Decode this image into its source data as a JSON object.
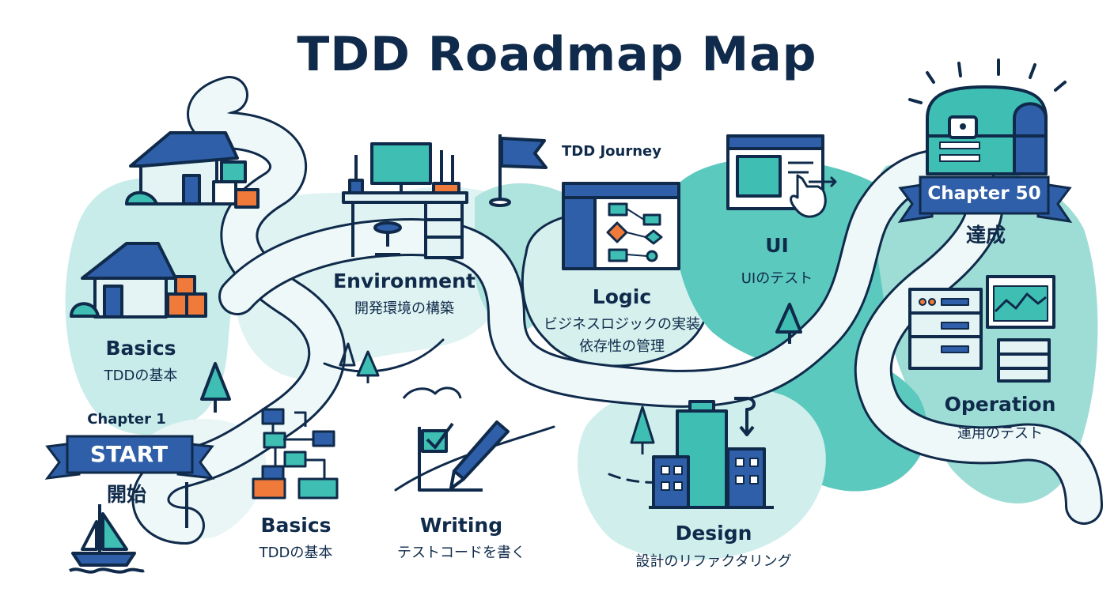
{
  "title": "TDD Roadmap Map",
  "journey_flag": "TDD Journey",
  "start": {
    "chapter": "Chapter 1",
    "banner": "START",
    "caption": "開始"
  },
  "goal": {
    "banner": "Chapter 50",
    "caption": "達成"
  },
  "stations": [
    {
      "en": "Basics",
      "jp": "TDDの基本"
    },
    {
      "en": "Basics",
      "jp": "TDDの基本"
    },
    {
      "en": "Environment",
      "jp": "開発環境の構築"
    },
    {
      "en": "Writing",
      "jp": "テストコードを書く"
    },
    {
      "en": "Logic",
      "jp": "ビジネスロジックの実装",
      "jp2": "依存性の管理"
    },
    {
      "en": "Design",
      "jp": "設計のリファクタリング"
    },
    {
      "en": "UI",
      "jp": "UIのテスト"
    },
    {
      "en": "Operation",
      "jp": "運用のテスト"
    }
  ],
  "colors": {
    "navy": "#0f2a4a",
    "blue": "#2f5fa8",
    "teal": "#3fbfb4",
    "mint": "#aee3de",
    "pale": "#e4f4f4",
    "orange": "#f07a3a"
  }
}
